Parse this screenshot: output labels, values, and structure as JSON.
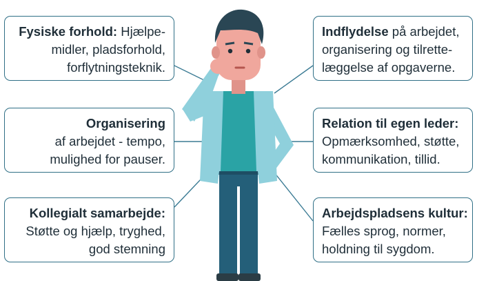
{
  "boxes": {
    "physical": {
      "title": "Fysiske forhold:",
      "line1_rest": "Hjælpe-",
      "line2": "midler, pladsforhold,",
      "line3": "forflytningsteknik."
    },
    "organisation": {
      "title": "Organisering",
      "line2": "af arbejdet - tempo,",
      "line3": "mulighed for pauser."
    },
    "collegial": {
      "title": "Kollegialt samarbejde:",
      "line2": "Støtte og hjælp, tryghed,",
      "line3": "god stemning"
    },
    "influence": {
      "title": "Indflydelse",
      "line1_rest": "på arbejdet,",
      "line2": "organisering og tilrette-",
      "line3": "læggelse af opgaverne."
    },
    "leader": {
      "title": "Relation til egen leder:",
      "line2": "Opmærksomhed, støtte,",
      "line3": "kommunikation, tillid."
    },
    "culture": {
      "title": "Arbejdspladsens kultur:",
      "line2": "Fælles sprog, normer,",
      "line3": "holdning til sygdom."
    }
  },
  "colors": {
    "box_border": "#2f6f86",
    "connector": "#3b7b94",
    "jacket": "#8fd0dc",
    "shirt": "#2aa3a5",
    "pants": "#245f79",
    "hair": "#2a4654",
    "skin": "#f0a79d"
  },
  "icons": {
    "figure": "thinking-man-illustration"
  }
}
